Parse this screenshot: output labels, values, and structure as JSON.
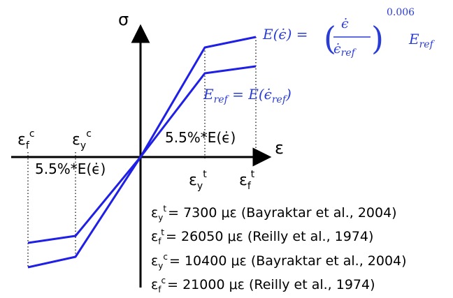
{
  "axes": {
    "y_label": "σ",
    "x_label": "ε"
  },
  "tick_labels": {
    "eps_y_c": {
      "base": "ε",
      "sub": "y",
      "sup": "c"
    },
    "eps_f_c": {
      "base": "ε",
      "sub": "f",
      "sup": "c"
    },
    "eps_y_t": {
      "base": "ε",
      "sub": "y",
      "sup": "t"
    },
    "eps_f_t": {
      "base": "ε",
      "sub": "f",
      "sup": "t"
    }
  },
  "slope_labels": {
    "tension": "5.5%*E(ϵ̇)",
    "compression": "5.5%*E(ϵ̇)"
  },
  "equations": {
    "e_rate": {
      "lhs": "E(ϵ̇) = ",
      "num": "ϵ̇",
      "den_base": "ϵ̇",
      "den_sub": "ref",
      "exponent": "0.006",
      "factor_base": "E",
      "factor_sub": "ref"
    },
    "e_ref": {
      "lhs_base": "E",
      "lhs_sub": "ref",
      "mid": " = E(ϵ̇",
      "mid_sub": "ref",
      "tail": ")"
    }
  },
  "legend": [
    {
      "base": "ε",
      "sub": "y",
      "sup": "t",
      "text": "= 7300 με (Bayraktar et al., 2004)"
    },
    {
      "base": "ε",
      "sub": "f",
      "sup": "t",
      "text": "= 26050 με (Reilly et al., 1974)"
    },
    {
      "base": "ε",
      "sub": "y",
      "sup": "c",
      "text": "= 10400 με (Bayraktar et al., 2004)"
    },
    {
      "base": "ε",
      "sub": "f",
      "sup": "c",
      "text": "= 21000 με (Reilly et al., 1974)"
    }
  ],
  "colors": {
    "curve": "#1f1fe6",
    "axis": "#000000",
    "equation": "#2a3cd6"
  }
}
